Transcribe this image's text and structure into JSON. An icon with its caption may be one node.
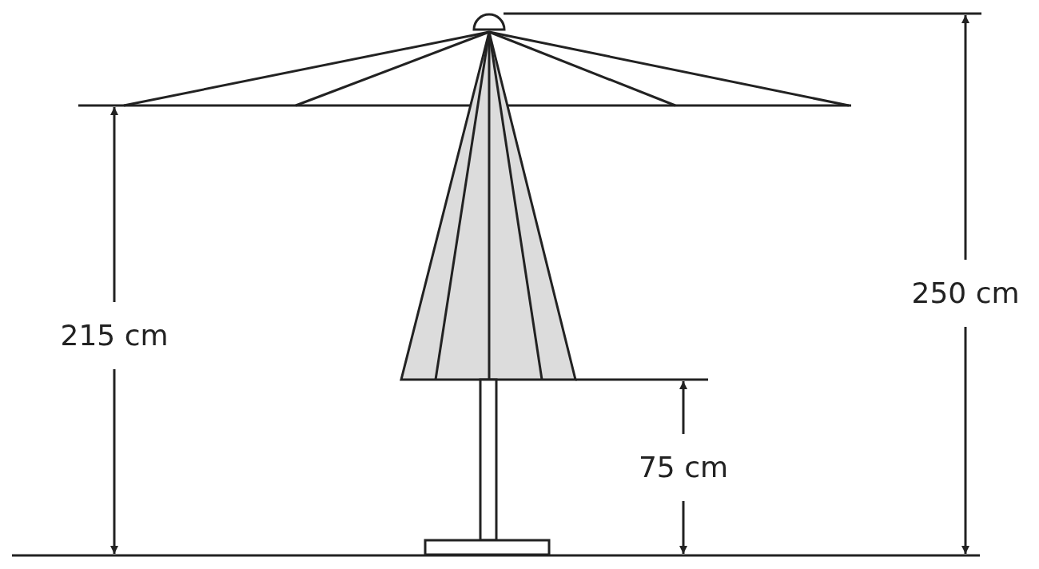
{
  "diagram": {
    "labels": [
      "250 cm",
      "215 cm",
      "75 cm"
    ]
  }
}
